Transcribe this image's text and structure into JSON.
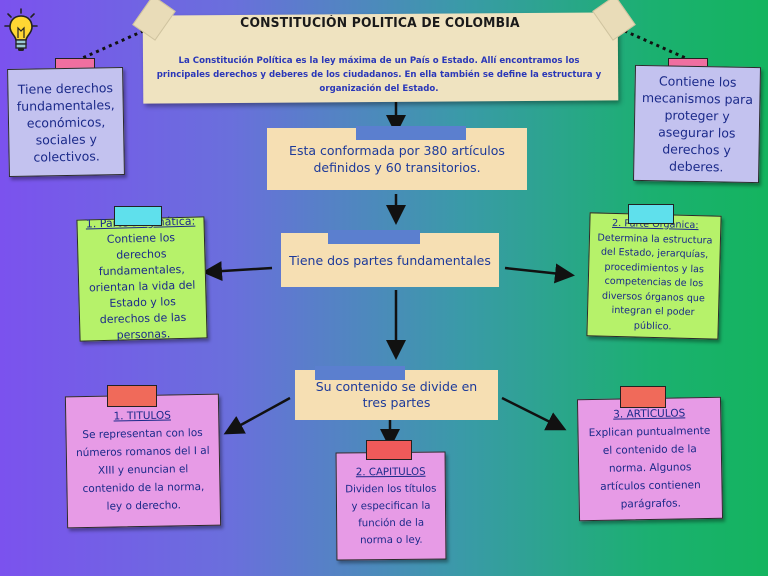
{
  "title": "CONSTITUCIÓN POLITICA DE COLOMBIA",
  "intro": "La Constitución Política es la ley máxima de un País o Estado. Allí encontramos los principales derechos y deberes de los ciudadanos.  En ella también se define la estructura y organización del Estado.",
  "left_note": "Tiene derechos fundamentales, económicos, sociales y colectivos.",
  "right_note": "Contiene los mecanismos para proteger y asegurar los derechos y deberes.",
  "box_articles": "Esta conformada por 380 artículos definidos y 60 transitorios.",
  "box_parts": "Tiene dos partes fundamentales",
  "box_divide": "Su contenido se divide en tres partes",
  "dogmatic": {
    "heading": "1. Parte Dogmática:",
    "body": "Contiene los derechos fundamentales, orientan la vida del Estado y los derechos de las personas."
  },
  "organic": {
    "heading": "2. Parte Orgánica:",
    "body": "Determina la estructura del Estado, jerarquías, procedimientos y las competencias de los diversos órganos que integran el poder público."
  },
  "titles": {
    "heading": "1. TITULOS",
    "body": "Se representan con los números romanos del I al XIII y enuncian el contenido de la norma, ley o derecho."
  },
  "chapters": {
    "heading": "2. CAPITULOS",
    "body": "Dividen los títulos y especifican la función de la norma o ley."
  },
  "articles": {
    "heading": "3. ARTÍCULOS",
    "body": "Explican puntualmente el contenido de la norma. Algunos artículos contienen parágrafos."
  },
  "colors": {
    "lavender_note": "#c3c2ef",
    "green_note": "#b6f26a",
    "pink_note": "#e79be6",
    "beige_box": "#f6dfb3",
    "text_blue": "#1d3a9a",
    "tape_blue": "#5b7fcf",
    "tape_cyan": "#5fe0ec",
    "tape_pink": "#f06fa0",
    "tape_red": "#f05a5a"
  },
  "icons": [
    "lightbulb-icon"
  ]
}
